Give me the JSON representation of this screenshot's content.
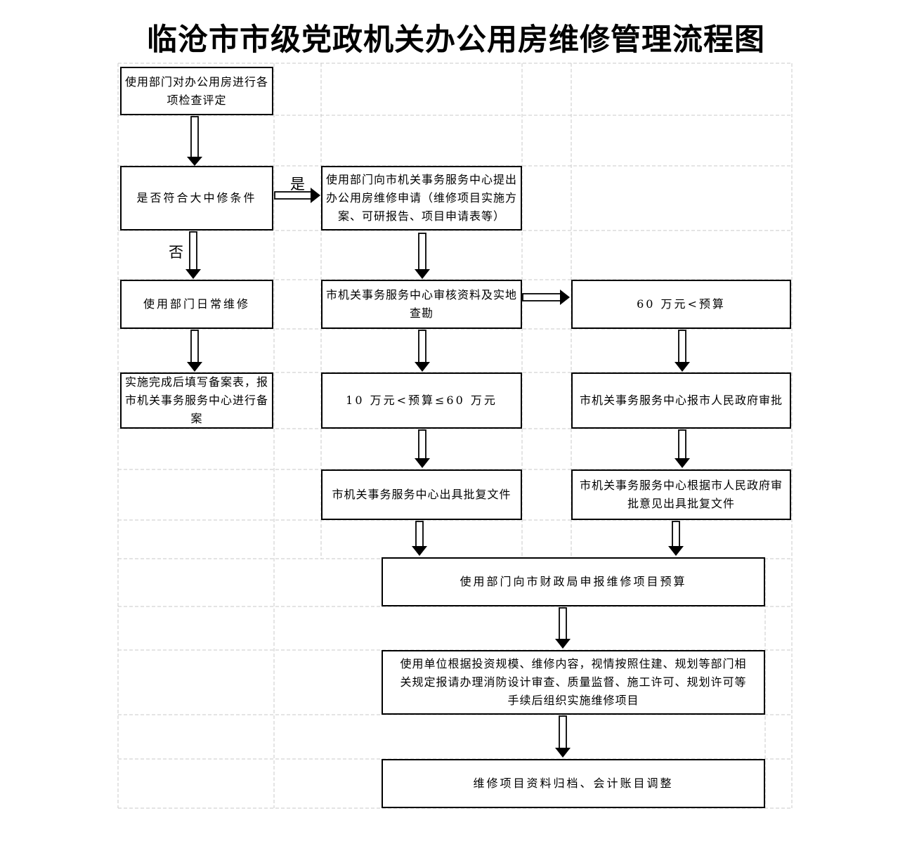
{
  "title": "临沧市市级党政机关办公用房维修管理流程图",
  "branch_labels": {
    "yes": "是",
    "no": "否"
  },
  "nodes": [
    {
      "id": "inspect",
      "text": "使用部门对办公用房进行各项检查评定"
    },
    {
      "id": "decision",
      "text": "是否符合大中修条件"
    },
    {
      "id": "apply",
      "text": "使用部门向市机关事务服务中心提出办公用房维修申请（维修项目实施方案、可研报告、项目申请表等）"
    },
    {
      "id": "daily-repair",
      "text": "使用部门日常维修"
    },
    {
      "id": "filing",
      "text": "实施完成后填写备案表，报市机关事务服务中心进行备案"
    },
    {
      "id": "review",
      "text": "市机关事务服务中心审核资料及实地查勘"
    },
    {
      "id": "over-60w",
      "text": "60 万元<预算"
    },
    {
      "id": "between-10-60w",
      "text": "10 万元<预算≤60 万元"
    },
    {
      "id": "issue-approval",
      "text": "市机关事务服务中心出具批复文件"
    },
    {
      "id": "report-govt",
      "text": "市机关事务服务中心报市人民政府审批"
    },
    {
      "id": "approval-per-govt",
      "text": "市机关事务服务中心根据市人民政府审批意见出具批复文件"
    },
    {
      "id": "declare-budget",
      "text": "使用部门向市财政局申报维修项目预算"
    },
    {
      "id": "implement",
      "text": "使用单位根据投资规模、维修内容，视情按照住建、规划等部门相关规定报请办理消防设计审查、质量监督、施工许可、规划许可等手续后组织实施维修项目"
    },
    {
      "id": "archive",
      "text": "维修项目资料归档、会计账目调整"
    }
  ],
  "colors": {
    "background": "#ffffff",
    "box_border": "#000000",
    "grid_line": "#c9c9c9",
    "text": "#000000"
  }
}
